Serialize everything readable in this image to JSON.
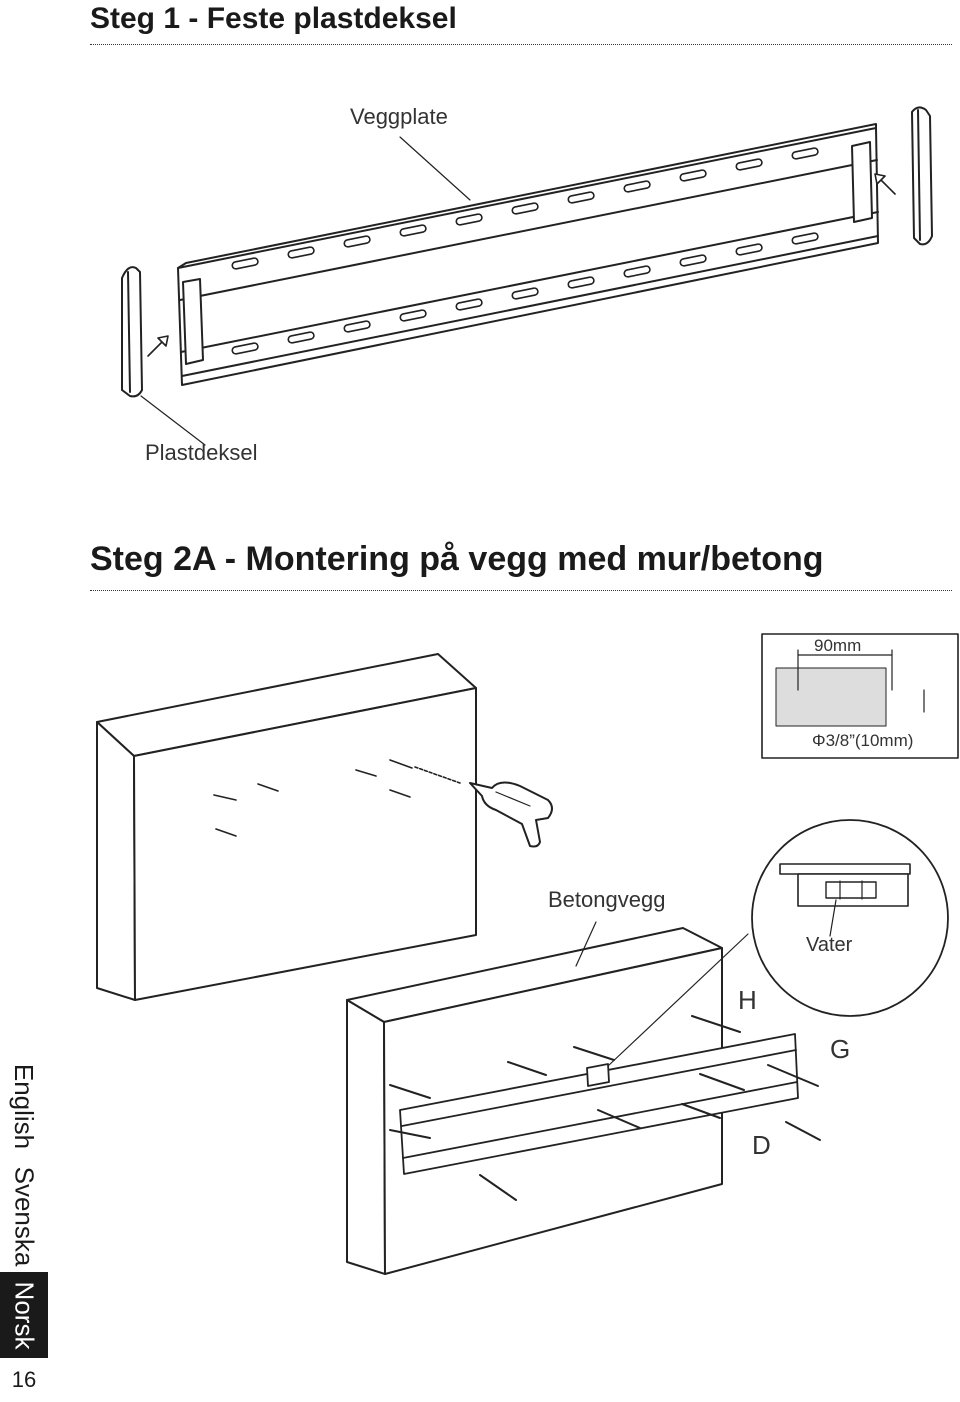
{
  "step1": {
    "title": "Steg 1 - Feste plastdeksel",
    "label_wall_plate": "Veggplate",
    "label_plastic_cover": "Plastdeksel"
  },
  "step2a": {
    "title": "Steg 2A - Montering på vegg med mur/betong",
    "drill_depth": "90mm",
    "drill_diameter": "Φ3/8”(10mm)",
    "label_concrete_wall": "Betongvegg",
    "label_level": "Vater",
    "part_h": "H",
    "part_g": "G",
    "part_d": "D"
  },
  "language_tabs": [
    "English",
    "Svenska",
    "Norsk"
  ],
  "active_language": "Norsk",
  "page_number": "16"
}
